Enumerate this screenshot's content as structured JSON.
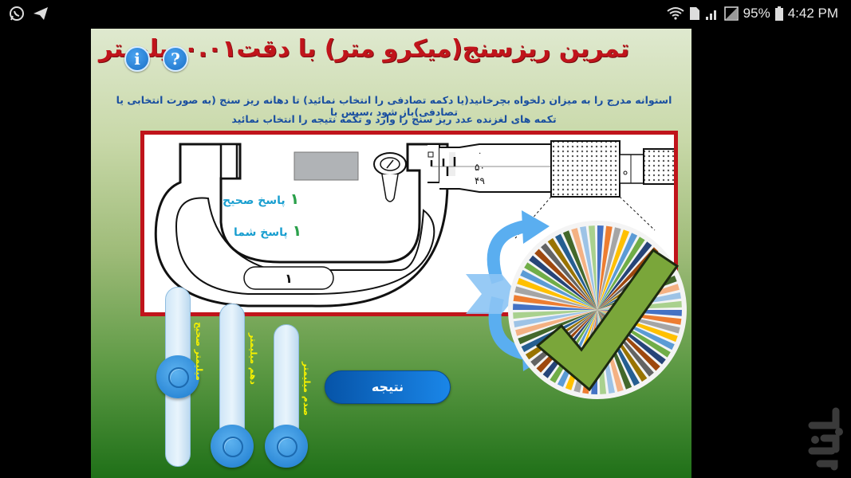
{
  "status_bar": {
    "left_icons": [
      "whatsapp-icon",
      "telegram-icon"
    ],
    "right_icons": [
      "wifi-icon",
      "sim-icon",
      "signal-icon",
      "battery-icon"
    ],
    "battery": "95%",
    "time": "4:42 PM"
  },
  "app": {
    "title": "تمرین ریزسنج(میکرو متر) با دقت۰.۰۱میلیمتر",
    "info_button": "i",
    "help_button": "?",
    "instructions": {
      "line1": "استوانه مدرج را به میزان دلخواه بچرخانید(یا دکمه تصادفی را انتخاب نمائید) تا دهانه ریز سنج (به صورت انتخابی یا تصادفی)باز شود ،سپس با",
      "line2": "تکمه های لغزنده عدد ریز سنج را وارد و تکمه نتیجه را انتخاب نمائید"
    },
    "micrometer": {
      "sleeve_mark": "۱",
      "thimble_scale": [
        "۰",
        "۵۰",
        "۴۹"
      ],
      "frame_reading": "۱"
    },
    "answers": {
      "correct_label": "پاسخ صحیح",
      "correct_value": "۱",
      "yours_label": "پاسخ شما",
      "yours_value": "۱"
    },
    "sliders": [
      {
        "label": "میلیمتر صحیح",
        "position": "middle"
      },
      {
        "label": "دهم میلیمتر",
        "position": "bottom"
      },
      {
        "label": "صدم میلیمتر",
        "position": "bottom"
      }
    ],
    "result_button": "نتیجه",
    "feedback": "checkmark-correct"
  },
  "colors": {
    "title": "#c0141b",
    "instructions": "#1a4fa0",
    "board_border": "#c0141b",
    "button_blue": "#1a86e8",
    "slider_label": "#f5f000",
    "answer_text": "#1a9fd0",
    "answer_number": "#2aa04a"
  }
}
